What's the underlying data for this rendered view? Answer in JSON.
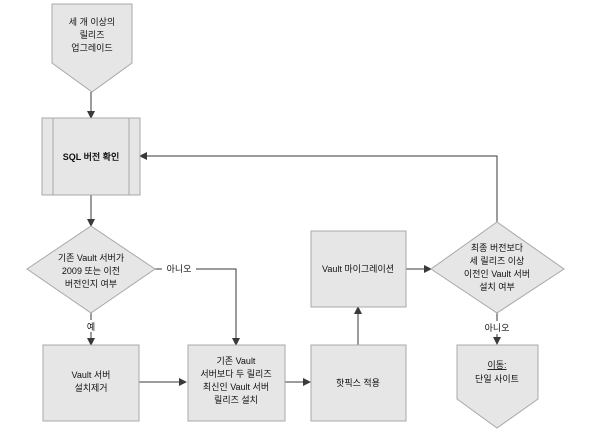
{
  "nodes": {
    "start": {
      "lines": [
        "세 개 이상의",
        "릴리즈",
        "업그레이드"
      ]
    },
    "sql_check": {
      "lines": [
        "SQL 버전 확인"
      ]
    },
    "decision_old": {
      "lines": [
        "기존 Vault 서버가",
        "2009 또는 이전",
        "버전인지 여부"
      ]
    },
    "uninstall": {
      "lines": [
        "Vault 서버",
        "설치제거"
      ]
    },
    "install_two": {
      "lines": [
        "기존 Vault",
        "서버보다 두 릴리즈",
        "최신인 Vault 서버",
        "릴리즈 설치"
      ]
    },
    "hotfix": {
      "lines": [
        "핫픽스 적용"
      ]
    },
    "migrate": {
      "lines": [
        "Vault 마이그레이션"
      ]
    },
    "decision_latest": {
      "lines": [
        "최종 버전보다",
        "세 릴리즈 이상",
        "이전인 Vault 서버",
        "설치 여부"
      ]
    },
    "goto": {
      "title": "이동:",
      "lines": [
        "단일 사이트"
      ]
    }
  },
  "edge_labels": {
    "yes": "예",
    "no_right": "아니오",
    "no_down": "아니오"
  }
}
